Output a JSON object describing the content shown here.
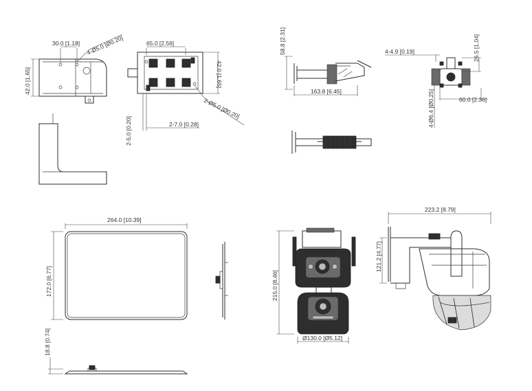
{
  "dimensions": {
    "bracket_top_width": "30.0 [1.18]",
    "bracket_top_holes": "4-Ø5.0 [Ø0.20]",
    "bracket_left_height": "42.0 [1.65]",
    "plate_width": "65.0 [2.56]",
    "plate_height": "42.0 [1.65]",
    "plate_holes": "2-Ø5.0 [Ø0.20]",
    "plate_slot_width": "2-7.0 [0.28]",
    "plate_slot_height": "2-5.0 [0.20]",
    "arm_height": "58.8 [2.31]",
    "arm_length": "163.8 [6.45]",
    "mount_screws": "4-4.9 [0.19]",
    "mount_height": "26.5 [1.04]",
    "mount_holes": "4-Ø6.4 [Ø0.25]",
    "mount_width": "60.0 [2.36]",
    "panel_width": "264.0 [10.39]",
    "panel_height": "172.0 [6.77]",
    "panel_thickness": "18.8 [0.74]",
    "camera_height": "215.0 [8.46]",
    "camera_diameter": "Ø130.0 [Ø5.12]",
    "side_width": "223.2 [8.79]",
    "side_height": "121.2 [4.77]"
  }
}
